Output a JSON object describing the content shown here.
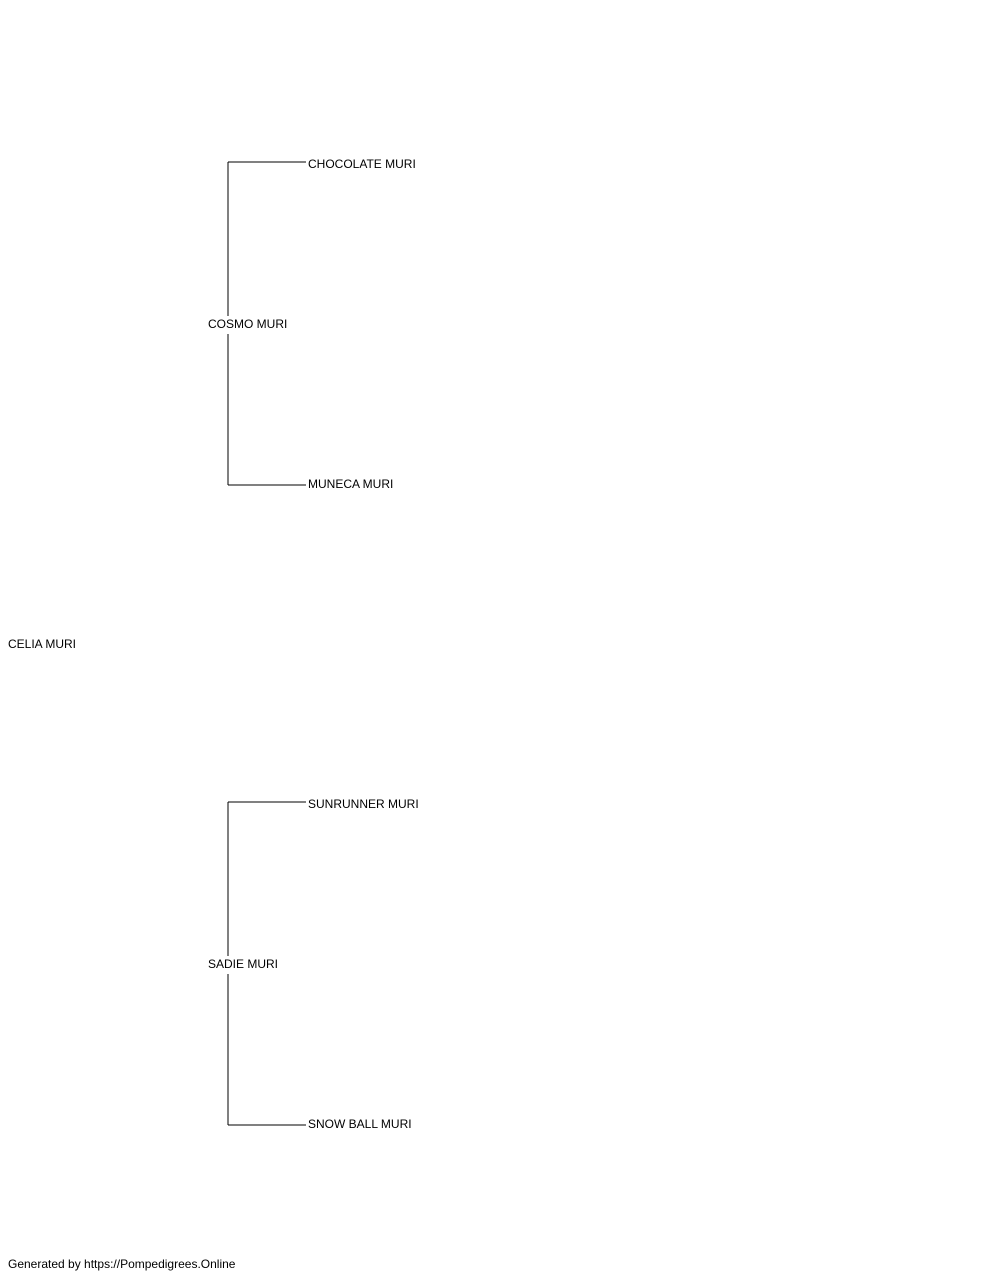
{
  "pedigree": {
    "subject": "CELIA MURI",
    "sire": {
      "name": "COSMO MURI",
      "sire": "CHOCOLATE MURI",
      "dam": "MUNECA MURI"
    },
    "dam": {
      "name": "SADIE MURI",
      "sire": "SUNRUNNER MURI",
      "dam": "SNOW BALL MURI"
    }
  },
  "footer": {
    "text": "Generated by https://Pompedigrees.Online"
  }
}
